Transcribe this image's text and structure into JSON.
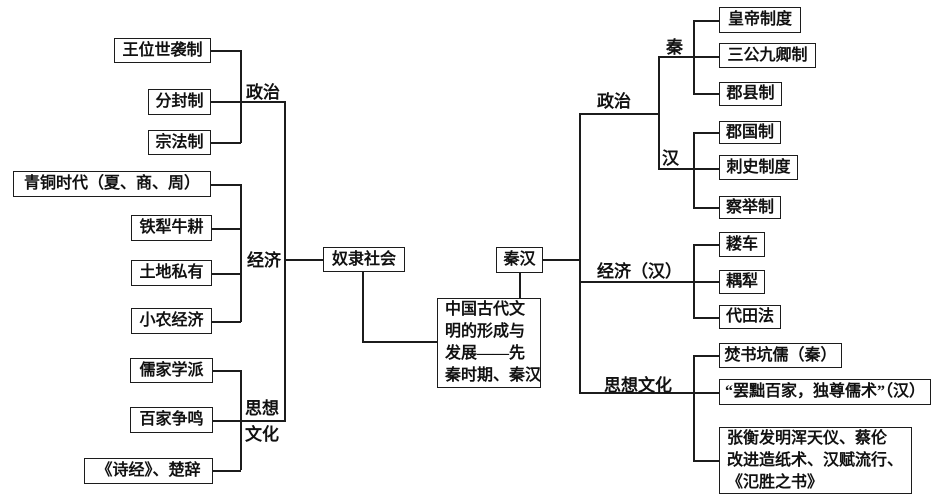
{
  "diagram": {
    "root": {
      "lines": [
        "中国古代文",
        "明的形成与",
        "发展——先",
        "秦时期、秦汉"
      ]
    },
    "period_nodes": {
      "left": "奴隶社会",
      "right": "秦汉"
    },
    "left_tree": {
      "politics": {
        "label": "政治",
        "items": [
          "王位世袭制",
          "分封制",
          "宗法制"
        ]
      },
      "economy": {
        "label": "经济",
        "items": [
          "青铜时代（夏、商、周）",
          "铁犁牛耕",
          "土地私有",
          "小农经济"
        ]
      },
      "thought": {
        "label_line1": "思想",
        "label_line2": "文化",
        "items": [
          "儒家学派",
          "百家争鸣",
          "《诗经》、楚辞"
        ]
      }
    },
    "right_tree": {
      "politics": {
        "label": "政治",
        "qin": {
          "label": "秦",
          "items": [
            "皇帝制度",
            "三公九卿制",
            "郡县制"
          ]
        },
        "han": {
          "label": "汉",
          "items": [
            "郡国制",
            "刺史制度",
            "察举制"
          ]
        }
      },
      "economy": {
        "label": "经济（汉）",
        "items": [
          "耧车",
          "耦犁",
          "代田法"
        ]
      },
      "thought": {
        "label": "思想文化",
        "items": [
          "焚书坑儒（秦）",
          "“罢黜百家，独尊儒术”（汉）"
        ],
        "science_lines": [
          "张衡发明浑天仪、蔡伦",
          "改进造纸术、汉赋流行、",
          "《氾胜之书》"
        ]
      }
    },
    "colors": {
      "line": "#1c1c1c",
      "background": "#ffffff",
      "text": "#111111"
    }
  }
}
